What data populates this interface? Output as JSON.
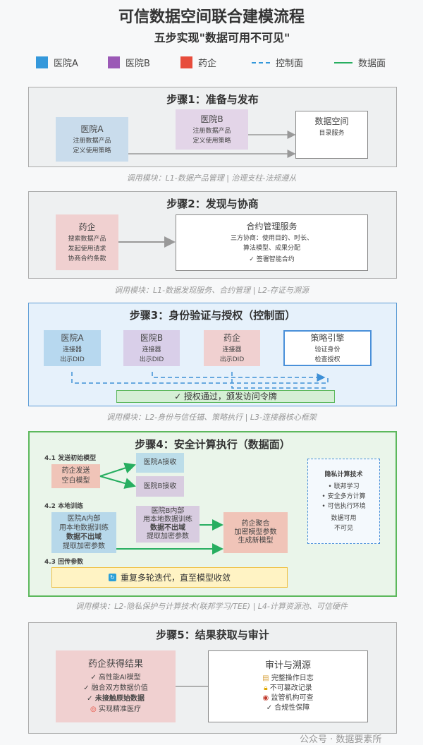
{
  "header": {
    "title": "可信数据空间联合建模流程",
    "subtitle": "五步实现\"数据可用不可见\""
  },
  "legend": [
    {
      "label": "医院A",
      "color": "#3498db"
    },
    {
      "label": "医院B",
      "color": "#9b59b6"
    },
    {
      "label": "药企",
      "color": "#e74c3c"
    },
    {
      "label": "控制面",
      "style": "dashed",
      "color": "#3498db"
    },
    {
      "label": "数据面",
      "style": "solid",
      "color": "#27ae60"
    }
  ],
  "step1": {
    "title": "步骤1：准备与发布",
    "hospA": {
      "name": "医院A",
      "lines": [
        "注册数据产品",
        "定义使用策略"
      ]
    },
    "hospB": {
      "name": "医院B",
      "lines": [
        "注册数据产品",
        "定义使用策略"
      ]
    },
    "space": {
      "name": "数据空间",
      "lines": [
        "目录服务"
      ]
    },
    "caption": "调用模块：L1-数据产品管理 | 治理支柱-法规遵从"
  },
  "step2": {
    "title": "步骤2：发现与协商",
    "pharma": {
      "name": "药企",
      "lines": [
        "搜索数据产品",
        "发起使用请求",
        "协商合约条款"
      ]
    },
    "contract": {
      "name": "合约管理服务",
      "lines": [
        "三方协商：使用目的、时长、",
        "算法模型、成果分配",
        "✓ 签署智能合约"
      ]
    },
    "caption": "调用模块：L1-数据发现服务、合约管理 | L2-存证与溯源"
  },
  "step3": {
    "title": "步骤3：身份验证与授权（控制面）",
    "hospA": {
      "name": "医院A",
      "lines": [
        "连接器",
        "出示DID"
      ]
    },
    "hospB": {
      "name": "医院B",
      "lines": [
        "连接器",
        "出示DID"
      ]
    },
    "pharma": {
      "name": "药企",
      "lines": [
        "连接器",
        "出示DID"
      ]
    },
    "policy": {
      "name": "策略引擎",
      "lines": [
        "验证身份",
        "检查授权"
      ]
    },
    "result": "✓ 授权通过，颁发访问令牌",
    "caption": "调用模块：L2-身份与信任锚、策略执行 | L3-连接器核心框架"
  },
  "step4": {
    "title": "步骤4：安全计算执行（数据面）",
    "sub1": "4.1 发送初始模型",
    "send": [
      "药企发送",
      "空白模型"
    ],
    "recvA": "医院A接收",
    "recvB": "医院B接收",
    "sub2": "4.2 本地训练",
    "trainA": [
      "医院A内部",
      "用本地数据训练",
      "数据不出域",
      "提取加密参数"
    ],
    "trainB": [
      "医院B内部",
      "用本地数据训练",
      "数据不出域",
      "提取加密参数"
    ],
    "agg": [
      "药企聚合",
      "加密模型参数",
      "生成新模型"
    ],
    "sub3": "4.3 回传参数",
    "iterate": "重复多轮迭代，直至模型收敛",
    "privacy": {
      "title": "隐私计算技术",
      "items": [
        "• 联邦学习",
        "• 安全多方计算",
        "• 可信执行环境"
      ],
      "note": [
        "数据可用",
        "不可见"
      ]
    },
    "caption": "调用模块：L2-隐私保护与计算技术(联邦学习/TEE) | L4-计算资源池、可信硬件"
  },
  "step5": {
    "title": "步骤5：结果获取与审计",
    "result": {
      "name": "药企获得结果",
      "lines": [
        "✓ 高性能AI模型",
        "✓ 融合双方数据价值",
        "✓ 未接触原始数据",
        "实现精准医疗"
      ]
    },
    "audit": {
      "name": "审计与溯源",
      "lines": [
        "完整操作日志",
        "不可篡改记录",
        "监管机构可查",
        "✓ 合规性保障"
      ]
    }
  },
  "watermark": "公众号 · 数据要素所"
}
